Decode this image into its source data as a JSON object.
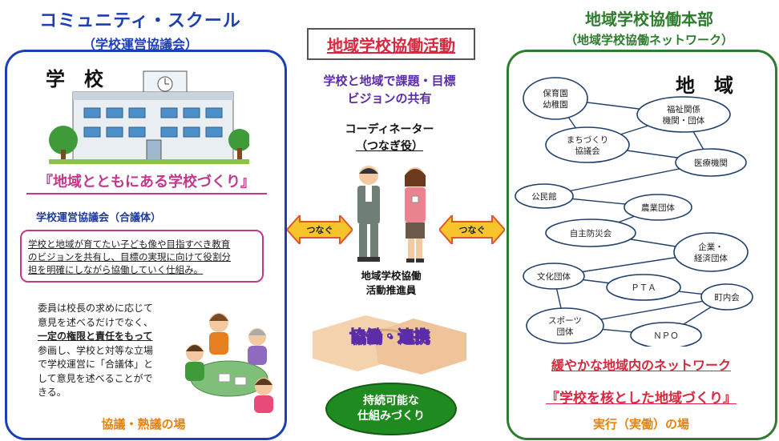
{
  "left_header": {
    "title": "コミュニティ・スクール",
    "subtitle": "（学校運営協議会）"
  },
  "center_header": {
    "title": "地域学校協働活動"
  },
  "right_header": {
    "title": "地域学校協働本部",
    "subtitle": "（地域学校協働ネットワーク）"
  },
  "school_panel": {
    "heading": "学　校",
    "slogan": "『地域とともにある学校づくり』",
    "council_label": "学校運営協議会（合議体）",
    "purpose_lines": [
      "学校と地域が育てたい子ども像や目指すべき教育",
      "のビジョンを共有し、目標の実現に向けて役割分",
      "担を明確にしながら協働していく仕組み。"
    ],
    "member_lines": [
      "委員は校長の求めに応じて",
      "意見を述べるだけでなく、",
      "一定の権限と責任をもって",
      "参画し、学校と対等な立場",
      "で学校運営に「合議体」と",
      "して意見を述べることがで",
      "きる。"
    ],
    "footer": "協議・熟議の場"
  },
  "center": {
    "shared_vision": [
      "学校と地域で課題・目標",
      "ビジョンの共有"
    ],
    "coordinator": [
      "コーディネーター",
      "（つなぎ役）"
    ],
    "promoter": [
      "地域学校協働",
      "活動推進員"
    ],
    "collaboration": "協働・連携",
    "arrow_left_label": "つなぐ",
    "arrow_right_label": "つなぐ",
    "sustainable": [
      "持続可能な",
      "仕組みづくり"
    ]
  },
  "community_panel": {
    "heading": "地　域",
    "network_nodes": [
      {
        "id": "nursery",
        "label": "保育園\n幼稚園"
      },
      {
        "id": "welfare",
        "label": "福祉関係\n機関・団体"
      },
      {
        "id": "machizukuri",
        "label": "まちづくり\n協議会"
      },
      {
        "id": "medical",
        "label": "医療機関"
      },
      {
        "id": "kominkan",
        "label": "公民館"
      },
      {
        "id": "agri",
        "label": "農業団体"
      },
      {
        "id": "bousai",
        "label": "自主防災会"
      },
      {
        "id": "business",
        "label": "企業・\n経済団体"
      },
      {
        "id": "culture",
        "label": "文化団体"
      },
      {
        "id": "pta",
        "label": "ＰＴＡ"
      },
      {
        "id": "chonai",
        "label": "町内会"
      },
      {
        "id": "sports",
        "label": "スポーツ\n団体"
      },
      {
        "id": "npo",
        "label": "ＮＰＯ"
      }
    ],
    "network_caption": "緩やかな地域内のネットワーク",
    "slogan": "『学校を核とした地域づくり』",
    "footer": "実行（実働）の場"
  },
  "colors": {
    "blue": "#1d3fb5",
    "green": "#2e7d2e",
    "red": "#d8283f",
    "pink": "#c2398a",
    "orange": "#e8820c",
    "ellipse": "#1f3f6b"
  }
}
